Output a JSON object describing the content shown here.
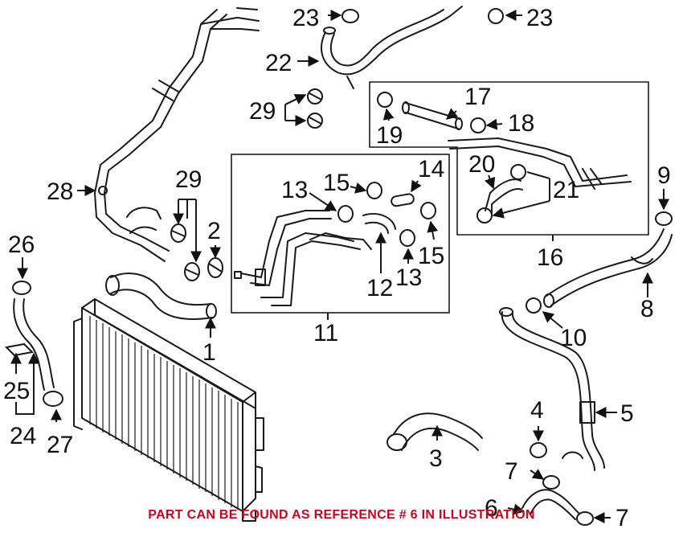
{
  "labels": {
    "l1": "1",
    "l2": "2",
    "l3": "3",
    "l4": "4",
    "l5": "5",
    "l6": "6",
    "l7a": "7",
    "l7b": "7",
    "l8": "8",
    "l9": "9",
    "l10": "10",
    "l11": "11",
    "l12": "12",
    "l13a": "13",
    "l13b": "13",
    "l14": "14",
    "l15a": "15",
    "l15b": "15",
    "l16": "16",
    "l17": "17",
    "l18": "18",
    "l19": "19",
    "l20": "20",
    "l21": "21",
    "l22": "22",
    "l23a": "23",
    "l23b": "23",
    "l24": "24",
    "l25": "25",
    "l26": "26",
    "l27": "27",
    "l28": "28",
    "l29a": "29",
    "l29b": "29"
  },
  "notice": {
    "text": "PART CAN BE FOUND AS REFERENCE # 6 IN ILLUSTRATION",
    "color": "#d0021b"
  }
}
